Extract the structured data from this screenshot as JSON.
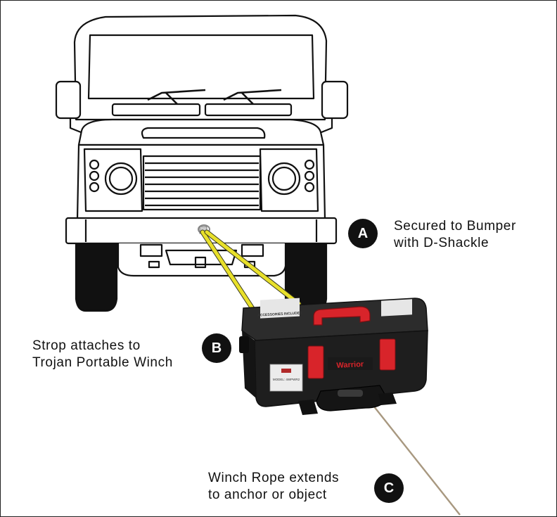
{
  "callouts": [
    {
      "letter": "A",
      "lines": [
        "Secured to Bumper",
        "with D-Shackle"
      ]
    },
    {
      "letter": "B",
      "lines": [
        "Strop attaches to",
        "Trojan Portable Winch"
      ]
    },
    {
      "letter": "C",
      "lines": [
        "Winch Rope extends",
        "to anchor or object"
      ]
    }
  ],
  "winch": {
    "brand_label": "Warrior",
    "sticker_label": "ACCESSORIES INCLUDED",
    "model_label": "MODEL: 4WPWR2"
  },
  "colors": {
    "outline": "#111111",
    "strop": "#e8e02a",
    "winch_body": "#2a2a2a",
    "winch_accent": "#d8242a",
    "rope": "#a89880"
  },
  "icons": {
    "vehicle": "4x4-front-view-illustration",
    "winch": "portable-winch-case"
  }
}
